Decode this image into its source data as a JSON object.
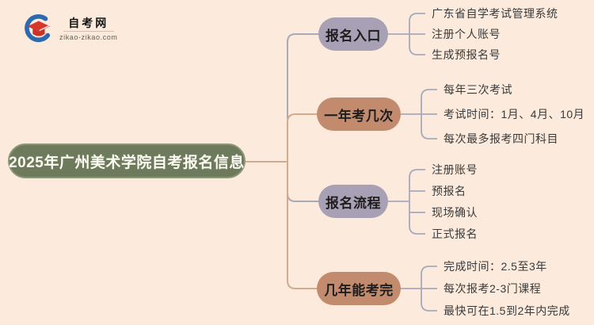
{
  "logo": {
    "name": "自考网",
    "domain": "zikao-zikao.com"
  },
  "root": {
    "title": "2025年广州美术学院自考报名信息"
  },
  "branches": [
    {
      "label": "报名入口",
      "children": [
        "广东省自学考试管理系统",
        "注册个人账号",
        "生成预报名号"
      ]
    },
    {
      "label": "一年考几次",
      "children": [
        "每年三次考试",
        "考试时间：1月、4月、10月",
        "每次最多报考四门科目"
      ]
    },
    {
      "label": "报名流程",
      "children": [
        "注册账号",
        "预报名",
        "现场确认",
        "正式报名"
      ]
    },
    {
      "label": "几年能考完",
      "children": [
        "完成时间：2.5至3年",
        "每次报考2-3门课程",
        "最快可在1.5到2年内完成"
      ]
    }
  ],
  "colors": {
    "background": "#fcebdc",
    "root_fill": "#6d7a5c",
    "root_border": "#8b9873",
    "root_text": "#fdfcf2",
    "pill_purple": "#a8a1b5",
    "pill_terracotta": "#c28b6e",
    "line_tan": "#d4aa8e",
    "line_gray": "#a9a9bc",
    "leaf_text": "#3a3a3a",
    "logo_red": "#d8372c",
    "logo_blue": "#2b6ab3"
  }
}
